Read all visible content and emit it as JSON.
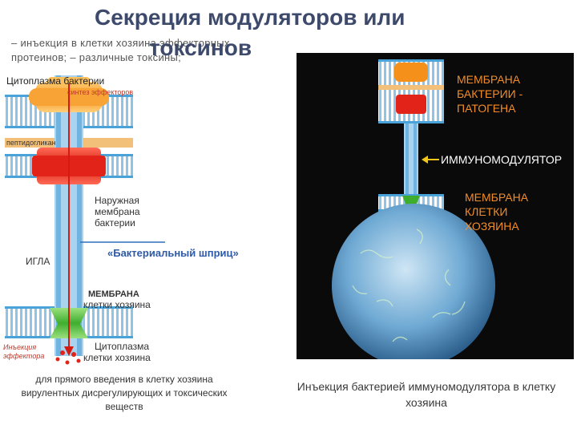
{
  "title": {
    "line1": "Секреция модуляторов или",
    "line2": "токсинов"
  },
  "subtitle": {
    "line1": "– инъекция в клетки хозяина эффекторных",
    "line2": "протеинов; – различные токсины;"
  },
  "left_panel": {
    "cytoplasm_bacteria": "Цитоплазма бактерии",
    "effector_synthesis": "синтез эффекторов",
    "peptidoglycan": "пептидогликан",
    "outer_membrane_1": "Наружная",
    "outer_membrane_2": "мембрана",
    "outer_membrane_3": "бактерии",
    "needle": "ИГЛА",
    "syringe": "«Бактериальный шприц»",
    "host_membrane_1": "МЕМБРАНА",
    "host_membrane_2": "клетки хозяина",
    "effector_injection_1": "Инъекция",
    "effector_injection_2": "эффектора",
    "host_cytoplasm_1": "Цитоплазма",
    "host_cytoplasm_2": "клетки хозяина",
    "caption": "для прямого введения в клетку хозяина вирулентных дисрегулирующих и токсических веществ"
  },
  "right_panel": {
    "pathogen_membrane_1": "МЕМБРАНА",
    "pathogen_membrane_2": "БАКТЕРИИ -",
    "pathogen_membrane_3": "ПАТОГЕНА",
    "immunomodulator": "ИММУНОМОДУЛЯТОР",
    "host_membrane_1": "МЕМБРАНА",
    "host_membrane_2": "КЛЕТКИ",
    "host_membrane_3": "ХОЗЯИНА",
    "caption": "Инъекция бактерией иммуномодулятора в клетку хозяина"
  },
  "colors": {
    "title": "#3d4a6b",
    "membrane_blue": "#4aa3d8",
    "membrane_orange": "#f5a623",
    "effector_red": "#e2231a",
    "host_green": "#5cc04a",
    "label_orange": "#f28c28",
    "dark_bg": "#0a0a0a"
  }
}
